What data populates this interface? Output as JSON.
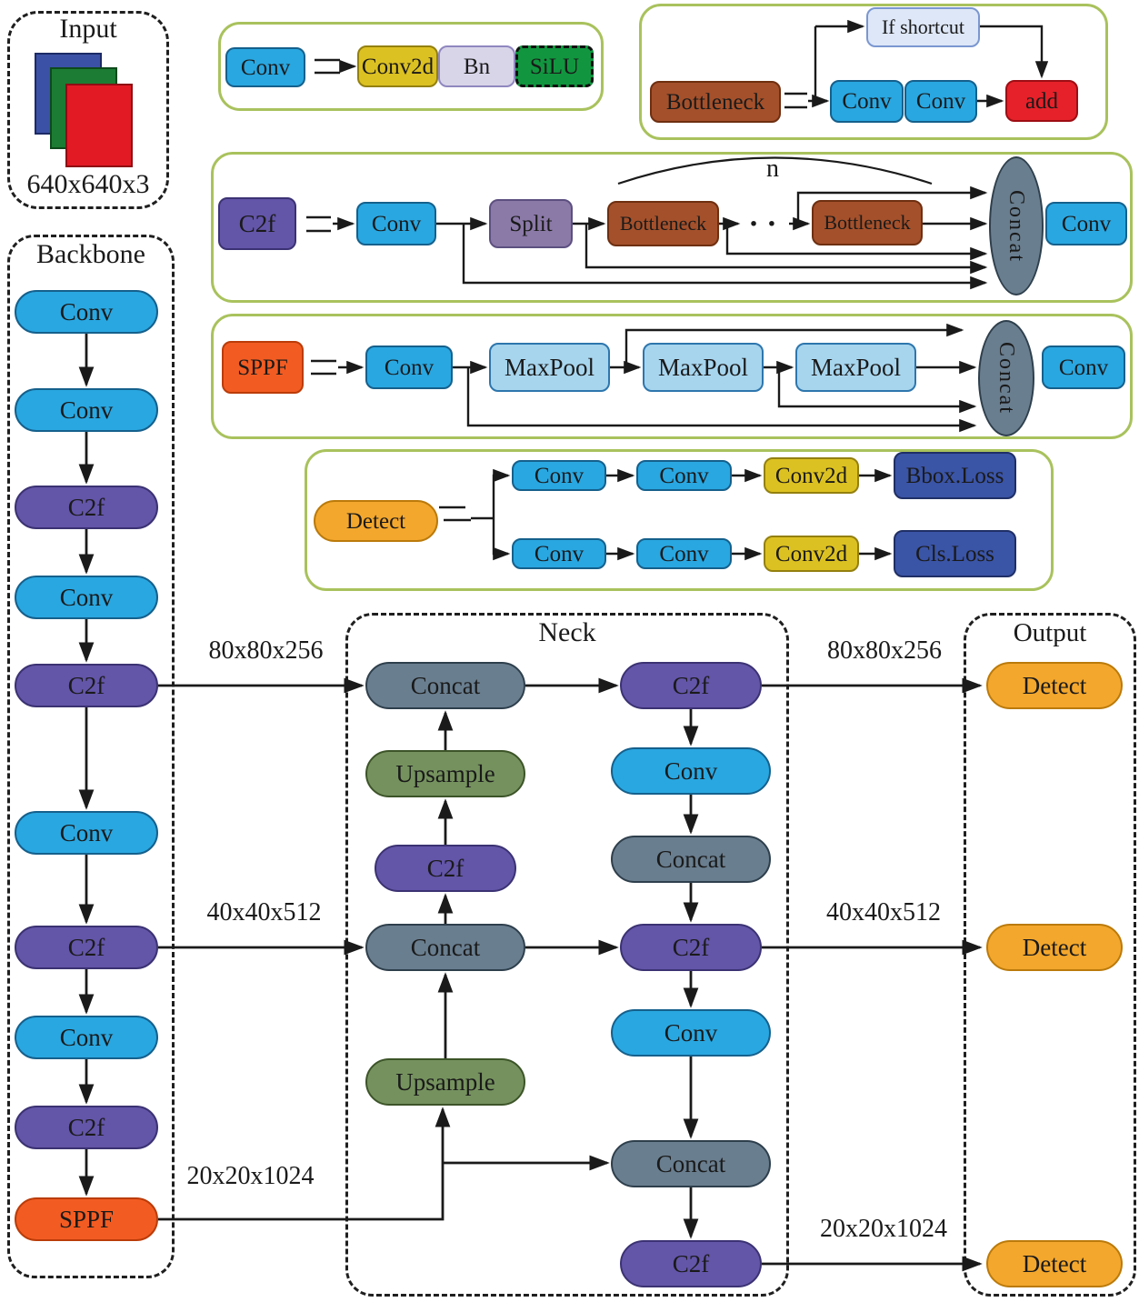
{
  "input": {
    "title": "Input",
    "size_label": "640x640x3"
  },
  "backbone": {
    "title": "Backbone",
    "nodes": [
      "Conv",
      "Conv",
      "C2f",
      "Conv",
      "C2f",
      "Conv",
      "C2f",
      "Conv",
      "C2f",
      "SPPF"
    ]
  },
  "neck": {
    "title": "Neck",
    "left": [
      "Concat",
      "Upsample",
      "C2f",
      "Concat",
      "Upsample"
    ],
    "right": [
      "C2f",
      "Conv",
      "Concat",
      "C2f",
      "Conv",
      "Concat",
      "C2f"
    ]
  },
  "output": {
    "title": "Output",
    "detect1": "Detect",
    "detect2": "Detect",
    "detect3": "Detect"
  },
  "feature_sizes": {
    "p3": "80x80x256",
    "p4": "40x40x512",
    "p5": "20x20x1024"
  },
  "legend_conv": {
    "conv": "Conv",
    "conv2d": "Conv2d",
    "bn": "Bn",
    "silu": "SiLU"
  },
  "legend_bottleneck": {
    "bottleneck": "Bottleneck",
    "if_shortcut": "If shortcut",
    "conv1": "Conv",
    "conv2": "Conv",
    "add": "add"
  },
  "legend_c2f": {
    "c2f": "C2f",
    "conv_in": "Conv",
    "split": "Split",
    "bottleneck1": "Bottleneck",
    "bottleneck2": "Bottleneck",
    "dots": "· ·",
    "n_label": "n",
    "concat": "Concat",
    "conv_out": "Conv"
  },
  "legend_sppf": {
    "sppf": "SPPF",
    "conv_in": "Conv",
    "maxpool1": "MaxPool",
    "maxpool2": "MaxPool",
    "maxpool3": "MaxPool",
    "concat": "Concat",
    "conv_out": "Conv"
  },
  "legend_detect": {
    "detect": "Detect",
    "top": [
      "Conv",
      "Conv",
      "Conv2d",
      "Bbox.Loss"
    ],
    "bottom": [
      "Conv",
      "Conv",
      "Conv2d",
      "Cls.Loss"
    ]
  },
  "colors": {
    "conv": "#29a7e1",
    "c2f": "#6355a8",
    "split": "#8b79a8",
    "bottleneck": "#a4502b",
    "concat": "#697e8f",
    "upsample": "#75925e",
    "sppf": "#f25c22",
    "detect": "#f3a72d",
    "add": "#e62129",
    "conv2d": "#dcc122",
    "bn": "#d9d5e9",
    "silu": "#11963f",
    "if_shortcut": "#dde7f7",
    "maxpool": "#a7d5ee",
    "loss": "#3a54a6",
    "panel_border": "#a9c25d",
    "input_blue": "#3b51a5",
    "input_green": "#1c7c33",
    "input_red": "#e11a24"
  }
}
